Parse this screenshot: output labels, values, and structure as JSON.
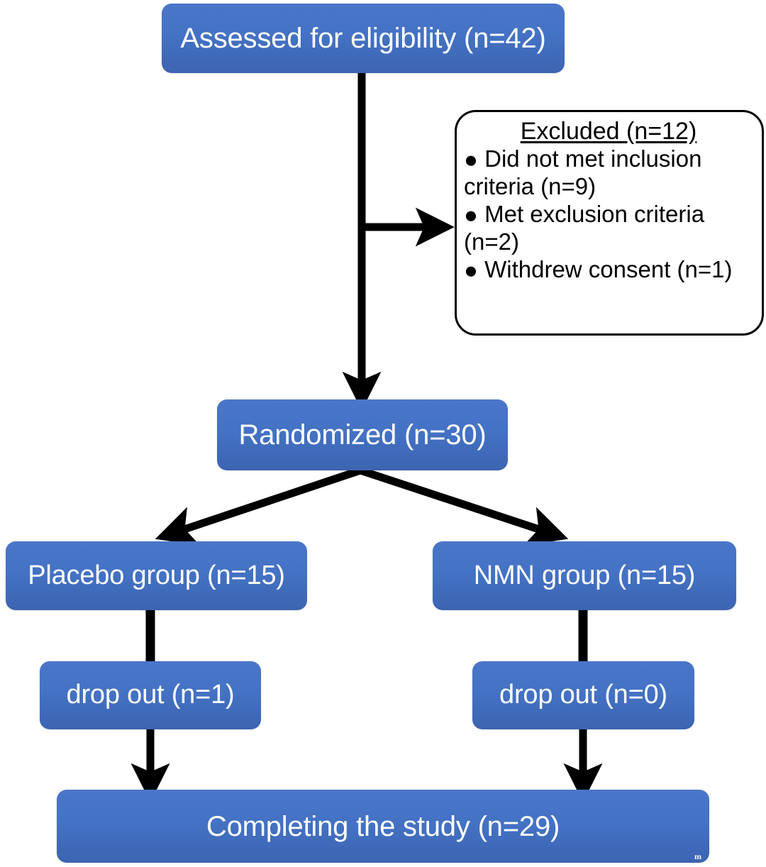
{
  "diagram": {
    "title": "CONSORT participant flow diagram",
    "type": "flowchart",
    "accent_color": "#4472c4",
    "box_text_color": "#ffffff",
    "edge_color": "#000000",
    "background": "#ffffff"
  },
  "nodes": {
    "assessed": {
      "label": "Assessed for eligibility (n=42)",
      "n": 42
    },
    "excluded": {
      "title": "Excluded (n=12)",
      "n": 12,
      "bullet_glyph": "●",
      "items": [
        {
          "text": "Did not met inclusion criteria (n=9)",
          "n": 9
        },
        {
          "text": "Met exclusion criteria (n=2)",
          "n": 2
        },
        {
          "text": "Withdrew consent (n=1)",
          "n": 1
        }
      ]
    },
    "randomized": {
      "label": "Randomized (n=30)",
      "n": 30
    },
    "placebo_group": {
      "label": "Placebo group (n=15)",
      "n": 15
    },
    "nmn_group": {
      "label": "NMN group (n=15)",
      "n": 15
    },
    "placebo_dropout": {
      "label": "drop out (n=1)",
      "n": 1
    },
    "nmn_dropout": {
      "label": "drop out (n=0)",
      "n": 0
    },
    "completing": {
      "label": "Completing the study (n=29)",
      "n": 29
    }
  },
  "edges": [
    {
      "from": "assessed",
      "to": "randomized",
      "style": "arrow",
      "name": "assessed-to-randomized"
    },
    {
      "from": "assessed",
      "to": "excluded",
      "style": "arrow",
      "name": "assessed-to-excluded"
    },
    {
      "from": "randomized",
      "to": "placebo_group",
      "style": "arrow",
      "name": "randomized-to-placebo"
    },
    {
      "from": "randomized",
      "to": "nmn_group",
      "style": "arrow",
      "name": "randomized-to-nmn"
    },
    {
      "from": "placebo_group",
      "to": "placebo_dropout",
      "style": "line",
      "name": "placebo-to-dropout"
    },
    {
      "from": "nmn_group",
      "to": "nmn_dropout",
      "style": "line",
      "name": "nmn-to-dropout"
    },
    {
      "from": "placebo_dropout",
      "to": "completing",
      "style": "arrow",
      "name": "placebo-dropout-to-completing"
    },
    {
      "from": "nmn_dropout",
      "to": "completing",
      "style": "arrow",
      "name": "nmn-dropout-to-completing"
    }
  ],
  "watermark": {
    "text": "m"
  }
}
